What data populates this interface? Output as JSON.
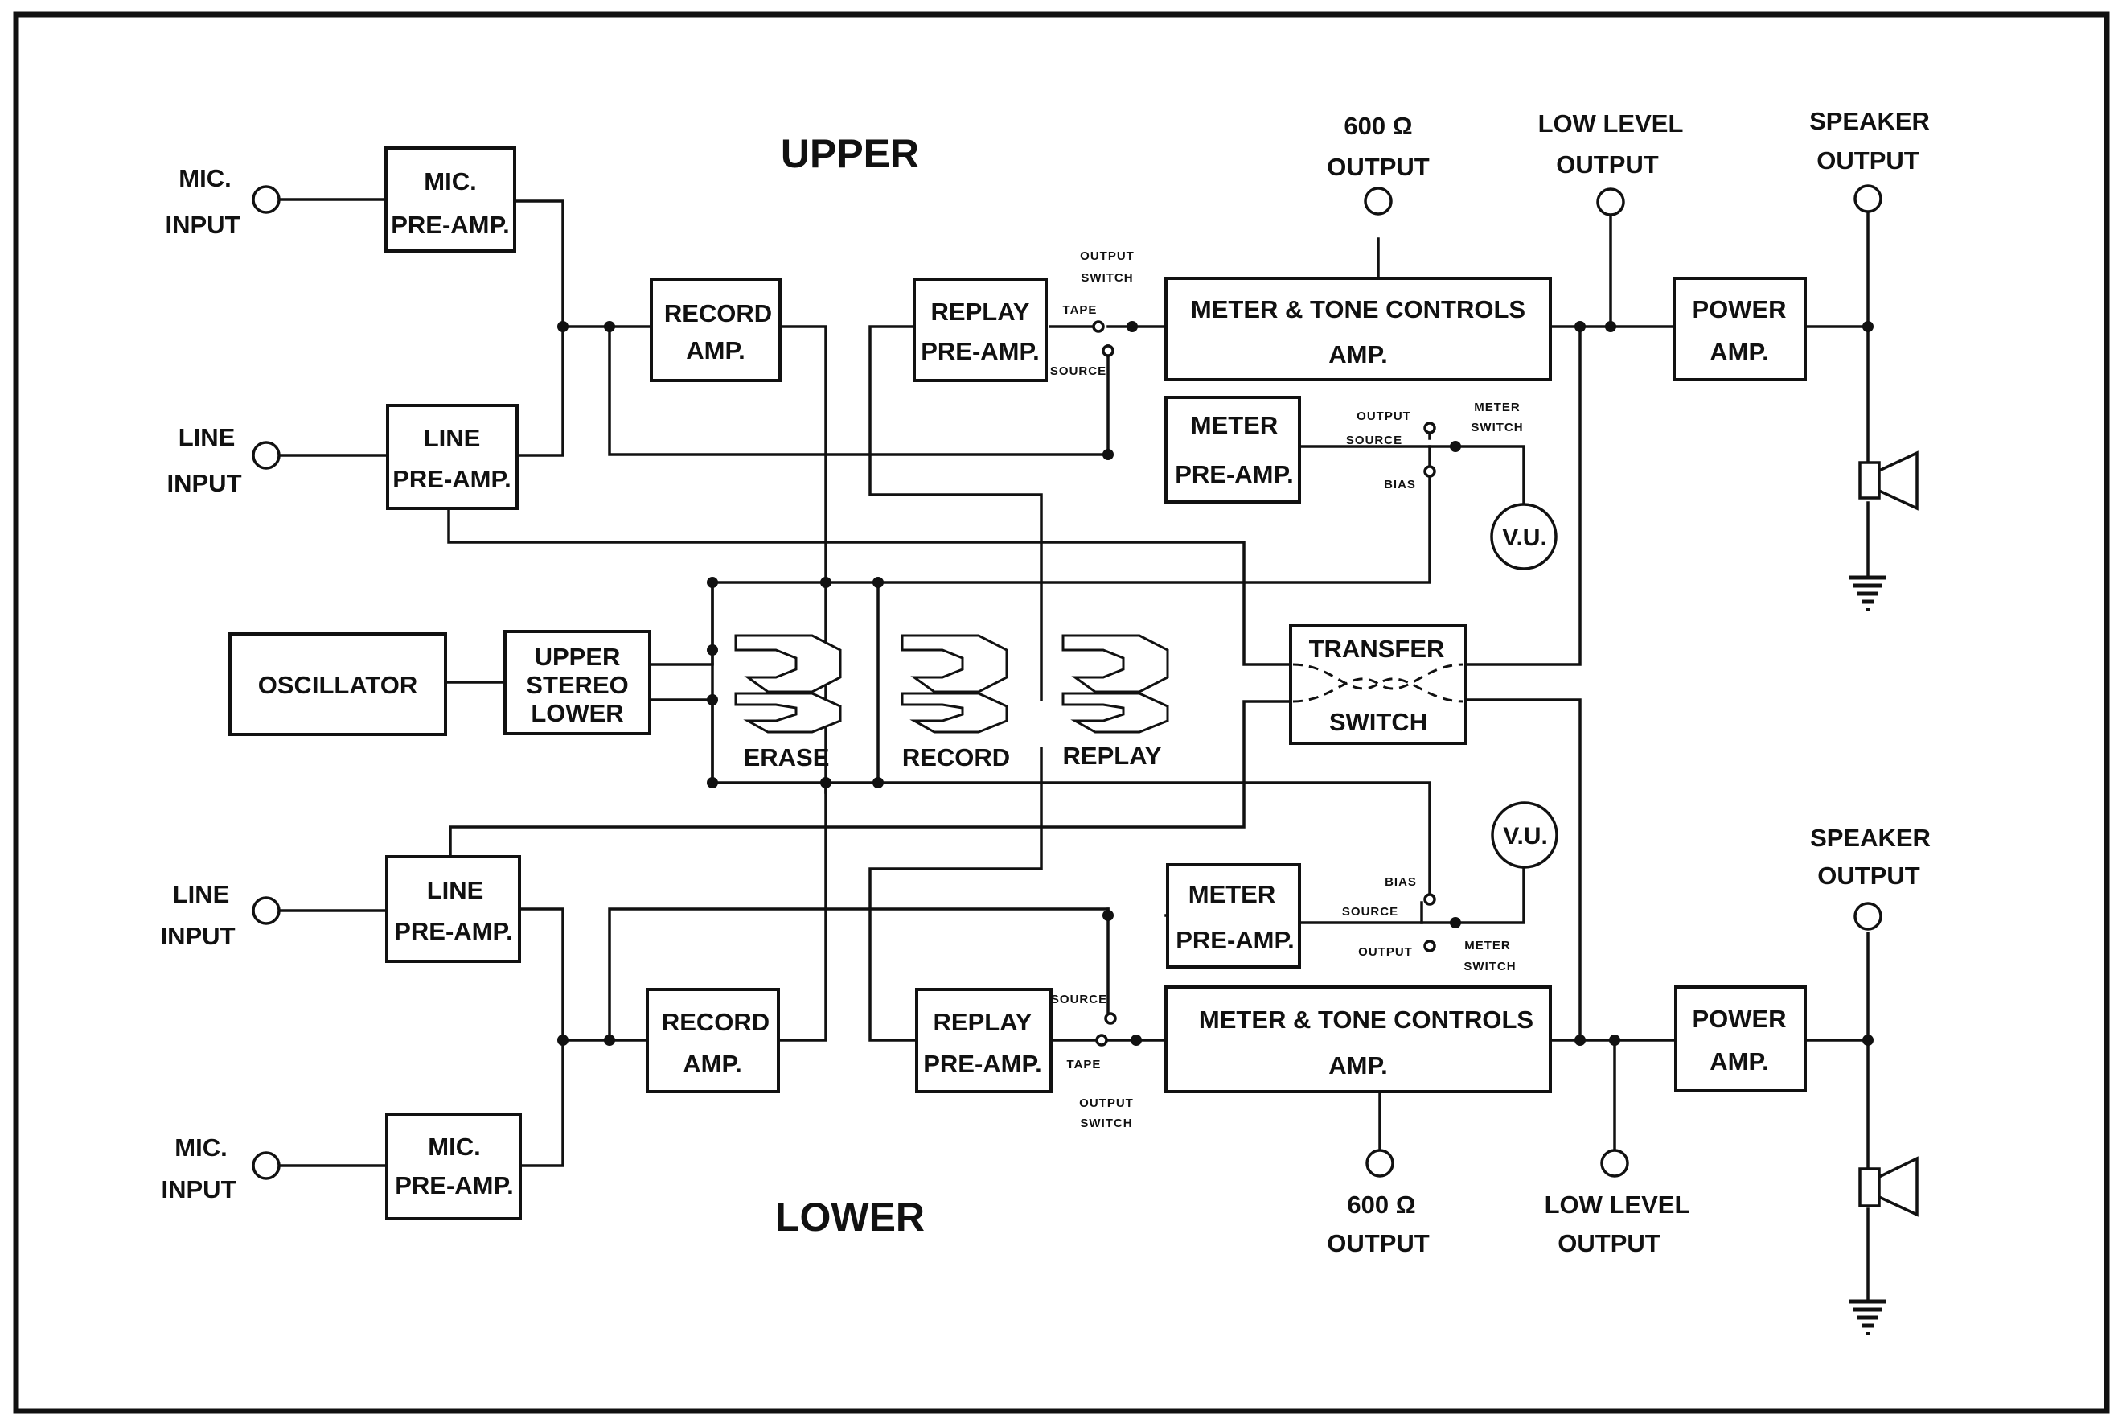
{
  "sections": {
    "upper": "UPPER",
    "lower": "LOWER"
  },
  "upper": {
    "mic_input": [
      "MIC.",
      "INPUT"
    ],
    "mic_preamp": [
      "MIC.",
      "PRE-AMP."
    ],
    "line_input": [
      "LINE",
      "INPUT"
    ],
    "line_preamp": [
      "LINE",
      "PRE-AMP."
    ],
    "record_amp": [
      "RECORD",
      "AMP."
    ],
    "replay_preamp": [
      "REPLAY",
      "PRE-AMP."
    ],
    "output_switch": [
      "OUTPUT",
      "SWITCH"
    ],
    "tape": "TAPE",
    "source": "SOURCE",
    "meter_tone": [
      "METER & TONE CONTROLS",
      "AMP."
    ],
    "meter_preamp": [
      "METER",
      "PRE-AMP."
    ],
    "meter_switch": [
      "METER",
      "SWITCH"
    ],
    "meter_output": "OUTPUT",
    "meter_source": "SOURCE",
    "bias": "BIAS",
    "vu": "V.U.",
    "out_600": [
      "600 Ω",
      "OUTPUT"
    ],
    "low_level": [
      "LOW  LEVEL",
      "OUTPUT"
    ],
    "speaker": [
      "SPEAKER",
      "OUTPUT"
    ],
    "power_amp": [
      "POWER",
      "AMP."
    ]
  },
  "lower": {
    "mic_input": [
      "MIC.",
      "INPUT"
    ],
    "mic_preamp": [
      "MIC.",
      "PRE-AMP."
    ],
    "line_input": [
      "LINE",
      "INPUT"
    ],
    "line_preamp": [
      "LINE",
      "PRE-AMP."
    ],
    "record_amp": [
      "RECORD",
      "AMP."
    ],
    "replay_preamp": [
      "REPLAY",
      "PRE-AMP."
    ],
    "output_switch": [
      "OUTPUT",
      "SWITCH"
    ],
    "tape": "TAPE",
    "source": "SOURCE",
    "meter_tone": [
      "METER & TONE  CONTROLS",
      "AMP."
    ],
    "meter_preamp": [
      "METER",
      "PRE-AMP."
    ],
    "meter_switch": [
      "METER",
      "SWITCH"
    ],
    "meter_output": "OUTPUT",
    "meter_source": "SOURCE",
    "bias": "BIAS",
    "vu": "V.U.",
    "out_600": [
      "600 Ω",
      "OUTPUT"
    ],
    "low_level": [
      "LOW LEVEL",
      "OUTPUT"
    ],
    "speaker": [
      "SPEAKER",
      "OUTPUT"
    ],
    "power_amp": [
      "POWER",
      "AMP."
    ]
  },
  "common": {
    "oscillator": "OSCILLATOR",
    "stereo_selector": [
      "UPPER",
      "STEREO",
      "LOWER"
    ],
    "transfer_switch": [
      "TRANSFER",
      "SWITCH"
    ],
    "heads": {
      "erase": "ERASE",
      "record": "RECORD",
      "replay": "REPLAY"
    }
  }
}
